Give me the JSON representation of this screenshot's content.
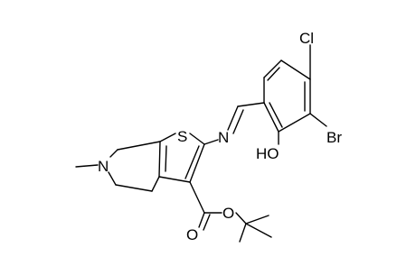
{
  "molecule": {
    "atoms": {
      "cl": "Cl",
      "br": "Br",
      "oh": "HO",
      "n_imine": "N",
      "s": "S",
      "n_ring": "N",
      "o_ester": "O",
      "o_carbonyl": "O"
    }
  },
  "colors": {
    "ink": "#000000",
    "background": "#ffffff"
  }
}
